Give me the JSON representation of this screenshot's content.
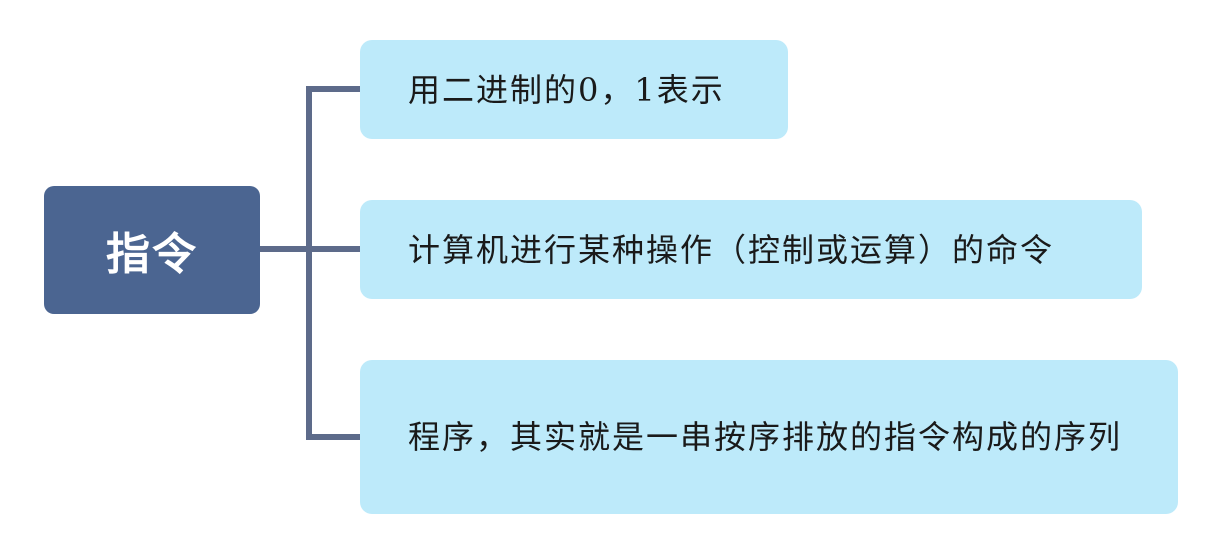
{
  "diagram": {
    "root": {
      "label": "指令"
    },
    "children": [
      {
        "label": "用二进制的0，1表示"
      },
      {
        "label": "计算机进行某种操作（控制或运算）的命令"
      },
      {
        "label": "程序，其实就是一串按序排放的指令构成的序列"
      }
    ]
  },
  "colors": {
    "root_fill": "#4b6591",
    "root_text": "#ffffff",
    "child_fill": "#bdeafa",
    "connector": "#5d6b8a",
    "text": "#1a1a1a"
  }
}
